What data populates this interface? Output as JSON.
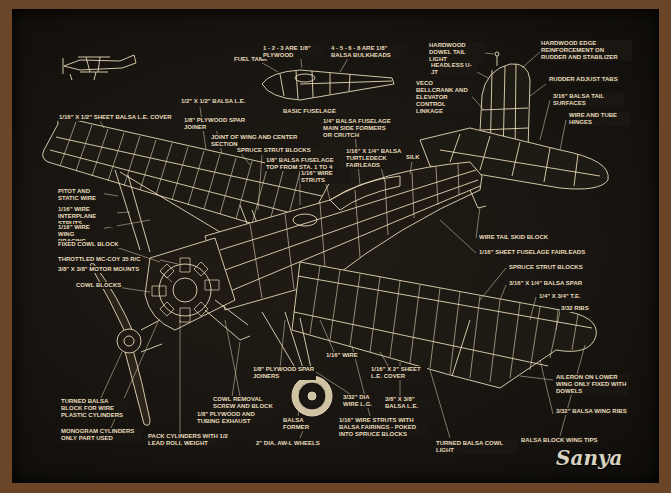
{
  "diagram": {
    "labels": [
      "FUEL TANK",
      "1 - 2 - 3 ARE 1/8\" PLYWOOD",
      "4 - 5 - 6 - 8 ARE 1/8\" BALSA BULKHEADS",
      "BASIC FUSELAGE",
      "HARDWOOD DOWEL TAIL LIGHT",
      "HEADLESS U-JT",
      "HARDWOOD EDGE REINFORCEMENT ON RUDDER AND STABILIZER",
      "VECO BELLCRANK AND ELEVATOR CONTROL LINKAGE",
      "RUDDER ADJUST TABS",
      "3/16\" BALSA TAIL SURFACES",
      "WIRE AND TUBE HINGES",
      "1/16\" X 1/2\" SHEET BALSA L.E. COVER",
      "1/2\" X 1/2\" BALSA L.E.",
      "1/8\" PLYWOOD SPAR JOINER",
      "JOINT OF WING AND CENTER SECTION",
      "SPRUCE STRUT BLOCKS",
      "1/8\" BALSA FUSELAGE TOP FROM STA. 1 TO 4",
      "1/16\" WIRE STRUTS",
      "1/4\" BALSA FUSELAGE MAIN SIDE FORMERS OR CRUTCH",
      "1/16\" X 1/4\" BALSA TURTLEDECK FAIRLEADS",
      "SILK",
      "PITOT AND STATIC WIRE",
      "1/16\" WIRE INTERPLANE STRUTS",
      "1/16\" WIRE WING BRACING",
      "FIXED COWL BLOCK",
      "THROTTLED MC-COY 35 R/C",
      "3/8\" X 3/8\" MOTOR MOUNTS",
      "COWL BLOCKS",
      "WIRE TAIL SKID BLOCK",
      "1/16\" SHEET FUSELAGE FAIRLEADS",
      "SPRUCE STRUT BLOCKS",
      "3/16\" X 1/4\" BALSA SPAR",
      "1/4\" X 3/4\" T.E.",
      "3/32 RIBS",
      "AILERON ON LOWER WING ONLY FIXED WITH DOWELS",
      "3/32\" BALSA WING RIBS",
      "BALSA BLOCK WING TIPS",
      "TURNED BALSA COWL LIGHT",
      "1/16\" WIRE STRUTS WITH BALSA FAIRINGS - POKED INTO SPRUCE BLOCKS",
      "3/8\" X 3/8\" BALSA L.E.",
      "1/16\" X 2\" SHEET L.E. COVER",
      "3/32\" DIA WIRE L.G.",
      "1/16\" WIRE",
      "1/8\" PLYWOOD SPAR JOINERS",
      "COWL REMOVAL SCREW AND BLOCK",
      "1/8\" PLYWOOD AND TUBING EXHAUST",
      "BALSA FORMER",
      "2\" DIA. AW-L WHEELS",
      "TURNED BALSA BLOCK FOR WIRE PLASTIC CYLINDERS",
      "MONOGRAM CYLINDERS ONLY PART USED",
      "PACK CYLINDERS WITH 1/2 LEAD ROLL WEIGHT",
      "Sanya"
    ]
  }
}
